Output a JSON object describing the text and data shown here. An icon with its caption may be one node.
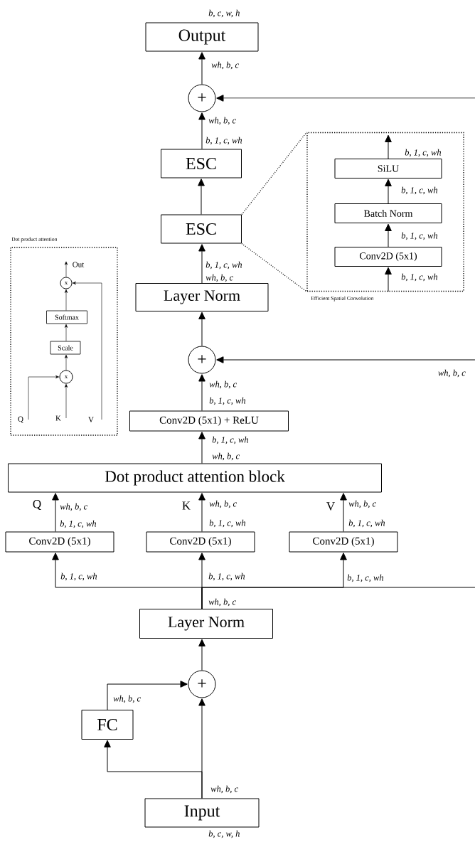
{
  "diagram": {
    "nodes": [
      {
        "text": [
          "Output"
        ],
        "beside": [
          "b, c, w, h"
        ]
      },
      {
        "text": [
          "+"
        ]
      },
      {
        "text": [
          "ESC"
        ]
      },
      {
        "text": [
          "ESC"
        ]
      },
      {
        "text": [
          "Layer Norm"
        ]
      },
      {
        "text": [
          "+"
        ]
      },
      {
        "text": [
          "Conv2D (5x1) + ReLU"
        ]
      },
      {
        "text": [
          "Dot product attention block"
        ]
      },
      {
        "text": [
          "Conv2D (5x1)"
        ]
      },
      {
        "text": [
          "Conv2D (5x1)"
        ]
      },
      {
        "text": [
          "Conv2D (5x1)"
        ]
      },
      {
        "text": [
          "Layer Norm"
        ]
      },
      {
        "text": [
          "+"
        ]
      },
      {
        "text": [
          "FC"
        ]
      },
      {
        "text": [
          "Input"
        ],
        "beside": [
          "b, c, w, h"
        ]
      },
      {
        "text": [],
        "shape": "box",
        "beside": [
          "Efficient Spatial Convolution"
        ]
      },
      {
        "text": [
          "SiLU"
        ],
        "in": 15
      },
      {
        "text": [
          "Batch Norm"
        ],
        "in": 15
      },
      {
        "text": [
          "Conv2D (5x1)"
        ],
        "in": 15
      },
      {
        "text": [],
        "shape": "box",
        "beside": [
          "Dot product attention"
        ]
      },
      {
        "text": [
          "x"
        ],
        "in": 19
      },
      {
        "text": [
          "Softmax"
        ],
        "in": 19
      },
      {
        "text": [
          "Scale"
        ],
        "in": 19
      },
      {
        "text": [
          "x"
        ],
        "in": 19
      },
      {
        "text": [
          "Q"
        ],
        "in": 19
      },
      {
        "text": [
          "K"
        ],
        "in": 19
      },
      {
        "text": [
          "V"
        ],
        "in": 19
      },
      {
        "text": [
          "Out"
        ],
        "in": 19
      }
    ],
    "edges": [
      {
        "from": 1,
        "to": 0,
        "arrow": "to"
      },
      {
        "from": 2,
        "to": 1,
        "arrow": "to"
      },
      {
        "from": 3,
        "to": 2,
        "arrow": "to"
      },
      {
        "from": 4,
        "to": 3,
        "arrow": "to"
      },
      {
        "from": 5,
        "to": 4,
        "arrow": "to"
      },
      {
        "from": 6,
        "to": 5,
        "arrow": "to"
      },
      {
        "from": 7,
        "to": 6,
        "arrow": "to"
      },
      {
        "from": 8,
        "to": 7,
        "arrow": "to"
      },
      {
        "from": 9,
        "to": 7,
        "arrow": "to"
      },
      {
        "from": 10,
        "to": 7,
        "arrow": "to"
      },
      {
        "from": 11,
        "to": 8,
        "arrow": "to"
      },
      {
        "from": 11,
        "to": 9,
        "arrow": "to"
      },
      {
        "from": 11,
        "to": 10,
        "arrow": "to"
      },
      {
        "from": 11,
        "to": null,
        "arrow": "none"
      },
      {
        "from": null,
        "to": 1,
        "arrow": "to"
      },
      {
        "from": null,
        "to": 5,
        "arrow": "to"
      },
      {
        "from": 12,
        "to": 11,
        "arrow": "to"
      },
      {
        "from": 14,
        "to": 12,
        "arrow": "to"
      },
      {
        "from": 14,
        "to": 13,
        "arrow": "to"
      },
      {
        "from": 13,
        "to": 12,
        "arrow": "to"
      },
      {
        "from": 3,
        "to": 15,
        "arrow": "none",
        "style": "dashed"
      },
      {
        "from": 3,
        "to": 15,
        "arrow": "none",
        "style": "dashed"
      },
      {
        "from": null,
        "to": 18,
        "arrow": "to"
      },
      {
        "from": 18,
        "to": 17,
        "arrow": "to"
      },
      {
        "from": 17,
        "to": 16,
        "arrow": "to"
      },
      {
        "from": 16,
        "to": null,
        "arrow": "to"
      },
      {
        "from": 20,
        "to": 27,
        "arrow": "to"
      },
      {
        "from": 21,
        "to": 20,
        "arrow": "to"
      },
      {
        "from": 22,
        "to": 21,
        "arrow": "to"
      },
      {
        "from": 23,
        "to": 22,
        "arrow": "to"
      },
      {
        "from": 25,
        "to": 23,
        "arrow": "to"
      },
      {
        "from": 24,
        "to": 23,
        "arrow": "to"
      },
      {
        "from": 26,
        "to": 20,
        "arrow": "to"
      }
    ],
    "labels": [
      "wh, b, c",
      "wh, b, c",
      "b, 1, c, wh",
      "b, 1, c, wh",
      "b, 1, c, wh",
      "b, 1, c, wh",
      "b, 1, c, wh",
      "b, 1, c, wh",
      "wh, b, c",
      "wh, b, c",
      "wh, b, c",
      "b, 1, c, wh",
      "b, 1, c, wh",
      "wh, b, c",
      "Q",
      "wh, b, c",
      "b, 1, c, wh",
      "K",
      "wh, b, c",
      "b, 1, c, wh",
      "V",
      "wh, b, c",
      "b, 1, c, wh",
      "b, 1, c, wh",
      "b, 1, c, wh",
      "b, 1, c, wh",
      "wh, b, c",
      "wh, b, c",
      "wh, b, c"
    ]
  }
}
